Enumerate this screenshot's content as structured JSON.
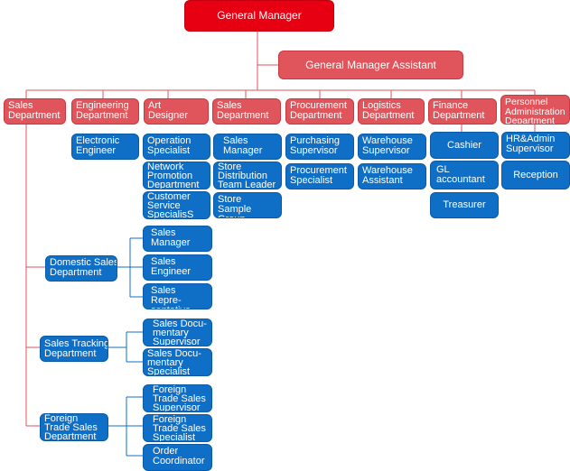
{
  "top": {
    "general_manager": "General Manager",
    "assistant": "General Manager Assistant"
  },
  "departments": [
    {
      "label": "Sales\nDepartment"
    },
    {
      "label": "Engineering\nDepartment"
    },
    {
      "label": "Art\nDesigner"
    },
    {
      "label": "Sales\nDepartment"
    },
    {
      "label": "Procurement\nDepartment"
    },
    {
      "label": "Logistics\nDepartment"
    },
    {
      "label": "Finance\nDepartment"
    },
    {
      "label": "Personnel\nAdministration\nDepartment"
    }
  ],
  "engineering_roles": [
    "Electronic\nEngineer"
  ],
  "art_roles": [
    "Operation\nSpecialist",
    "Network\nPromotion\nDepartment",
    "Customer\nService\nSpecialisS"
  ],
  "sales2_roles": [
    "Sales\nManager",
    "Store\nDistribution\nTeam Leader",
    "Store Sample\nGroup"
  ],
  "procurement_roles": [
    "Purchasing\nSupervisor",
    "Procurement\nSpecialist"
  ],
  "logistics_roles": [
    "Warehouse\nSupervisor",
    "Warehouse\nAssistant"
  ],
  "finance_roles": [
    "Cashier",
    "GL\naccountant",
    "Treasurer"
  ],
  "personnel_roles": [
    "HR&Admin\nSupervisor",
    "Reception"
  ],
  "sales_subdepartments": [
    {
      "label": "Domestic Sales\nDepartment",
      "roles": [
        "Sales\nManager",
        "Sales\nEngineer",
        "Sales Repre-\nsentative"
      ]
    },
    {
      "label": "Sales Tracking\nDepartment",
      "roles": [
        "Sales Docu-\nmentary\nSupervisor",
        "Sales Docu-\nmentary\nSpecialist"
      ]
    },
    {
      "label": "Foreign\nTrade Sales\nDepartment",
      "roles": [
        "Foreign\nTrade Sales\nSupervisor",
        "Foreign\nTrade Sales\nSpecialist",
        "Order\nCoordinator"
      ]
    }
  ],
  "colors": {
    "top_red": "#e60012",
    "dept_red": "#e0555b",
    "role_blue": "#0f6fc6",
    "line_red": "#e0555b"
  }
}
